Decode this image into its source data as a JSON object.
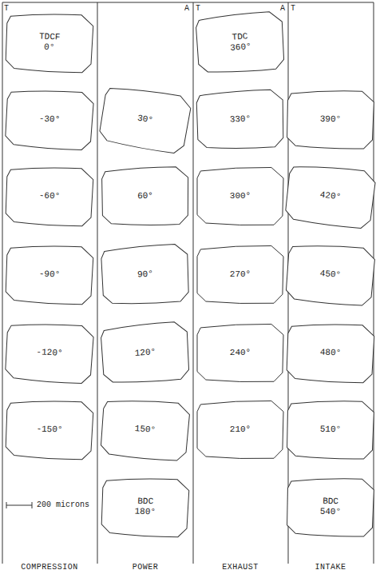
{
  "diagram": {
    "nodes": [
      {
        "text": [
          "TDCF 0°"
        ]
      },
      {
        "text": [
          "TDC 360°"
        ]
      },
      {
        "text": [
          "-30°"
        ]
      },
      {
        "text": [
          "30°"
        ]
      },
      {
        "text": [
          "330°"
        ]
      },
      {
        "text": [
          "390°"
        ]
      },
      {
        "text": [
          "-60°"
        ]
      },
      {
        "text": [
          "60°"
        ]
      },
      {
        "text": [
          "300°"
        ]
      },
      {
        "text": [
          "420°"
        ]
      },
      {
        "text": [
          "-90°"
        ]
      },
      {
        "text": [
          "90°"
        ]
      },
      {
        "text": [
          "270°"
        ]
      },
      {
        "text": [
          "450°"
        ]
      },
      {
        "text": [
          "-120°"
        ]
      },
      {
        "text": [
          "120°"
        ]
      },
      {
        "text": [
          "240°"
        ]
      },
      {
        "text": [
          "480°"
        ]
      },
      {
        "text": [
          "-150°"
        ]
      },
      {
        "text": [
          "150°"
        ]
      },
      {
        "text": [
          "210°"
        ]
      },
      {
        "text": [
          "510°"
        ]
      },
      {
        "text": [
          "BDC 180°"
        ]
      },
      {
        "text": [
          "BDC 540°"
        ]
      }
    ],
    "labels": [
      "T",
      "A",
      "T",
      "A",
      "T",
      "200 microns",
      "COMPRESSION",
      "POWER",
      "EXHAUST",
      "INTAKE"
    ]
  }
}
